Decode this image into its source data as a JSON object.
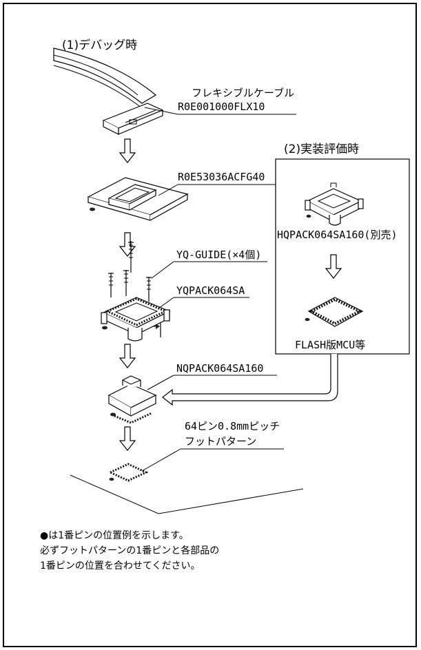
{
  "sections": {
    "debug": "(1)デバッグ時",
    "eval": "(2)実装評価時"
  },
  "labels": {
    "cable_name": "フレキシブルケーブル",
    "cable_part": "R0E001000FLX10",
    "emulator_board": "R0E53036ACFG40",
    "guide": "YQ-GUIDE(×4個)",
    "yqpack": "YQPACK064SA",
    "hqpack": "HQPACK064SA160(別売)",
    "flash_mcu": "FLASH版MCU等",
    "nqpack": "NQPACK064SA160",
    "footprint_line1": "64ピン0.8mmピッチ",
    "footprint_line2": "フットパターン"
  },
  "notes": [
    "●は1番ピンの位置例を示します。",
    "必ずフットパターンの1番ピンと各部品の",
    "1番ピンの位置を合わせてください。"
  ]
}
